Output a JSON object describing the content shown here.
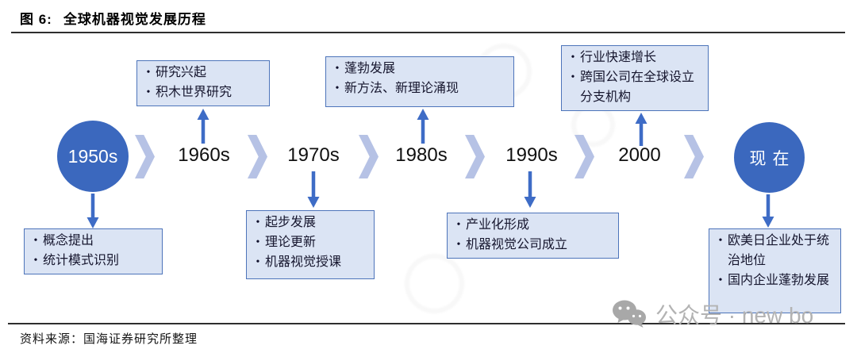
{
  "figure": {
    "label": "图 6:",
    "title": "全球机器视觉发展历程"
  },
  "timeline": {
    "eras": [
      {
        "label": "1950s",
        "type": "circle"
      },
      {
        "label": "1960s",
        "type": "milestone"
      },
      {
        "label": "1970s",
        "type": "milestone"
      },
      {
        "label": "1980s",
        "type": "milestone"
      },
      {
        "label": "1990s",
        "type": "milestone"
      },
      {
        "label": "2000",
        "type": "milestone"
      },
      {
        "label": "现在",
        "type": "circle"
      }
    ]
  },
  "callouts": [
    {
      "era": "1950s",
      "position": "below",
      "items": [
        "概念提出",
        "统计模式识别"
      ]
    },
    {
      "era": "1960s",
      "position": "above",
      "items": [
        "研究兴起",
        "积木世界研究"
      ]
    },
    {
      "era": "1970s",
      "position": "below",
      "items": [
        "起步发展",
        "理论更新",
        "机器视觉授课"
      ]
    },
    {
      "era": "1980s",
      "position": "above",
      "items": [
        "蓬勃发展",
        "新方法、新理论涌现"
      ]
    },
    {
      "era": "1990s",
      "position": "below",
      "items": [
        "产业化形成",
        "机器视觉公司成立"
      ]
    },
    {
      "era": "2000",
      "position": "above",
      "items": [
        "行业快速增长",
        "跨国公司在全球设立分支机构"
      ]
    },
    {
      "era": "现在",
      "position": "below",
      "items": [
        "欧美日企业处于统治地位",
        "国内企业蓬勃发展"
      ]
    }
  ],
  "footer": {
    "source": "资料来源：国海证券研究所整理"
  },
  "watermark": {
    "icon": "wechat-icon",
    "text": "公众号 · new bo"
  },
  "colors": {
    "circle_blue": "#3b68be",
    "arrow_blue": "#3e6cc6",
    "chevron_blue": "#b6c2e5",
    "box_fill": "#dbe4f4",
    "box_border": "#4d74ba",
    "watermark_gray": "#b3b3b3",
    "rule_dark": "#2e2e2e"
  }
}
